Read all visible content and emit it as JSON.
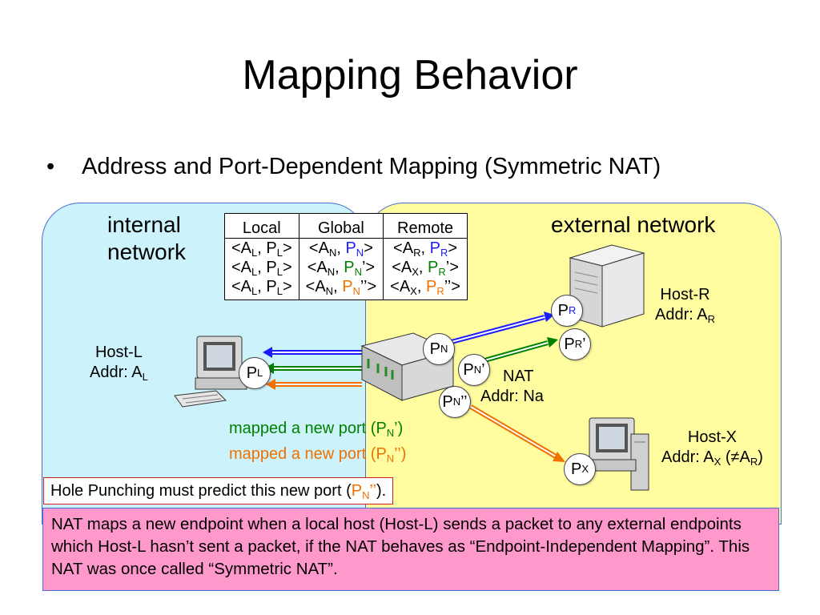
{
  "title": "Mapping Behavior",
  "bullet": "Address and Port-Dependent Mapping (Symmetric NAT)",
  "internal_label_line1": "internal",
  "internal_label_line2": "network",
  "external_label": "external network",
  "table": {
    "headers": [
      "Local",
      "Global",
      "Remote"
    ],
    "rows": [
      {
        "local": [
          "<A",
          "L",
          ", P",
          "L",
          ">"
        ],
        "global": [
          "<A",
          "N",
          ", ",
          "P",
          "N",
          ">"
        ],
        "remote": [
          "<A",
          "R",
          ", ",
          "P",
          "R",
          ">"
        ],
        "color": "blue"
      },
      {
        "local": [
          "<A",
          "L",
          ", P",
          "L",
          ">"
        ],
        "global": [
          "<A",
          "N",
          ", ",
          "P",
          "N",
          "’>"
        ],
        "remote": [
          "<A",
          "X",
          ", ",
          "P",
          "R",
          "’>"
        ],
        "color": "green"
      },
      {
        "local": [
          "<A",
          "L",
          ", P",
          "L",
          ">"
        ],
        "global": [
          "<A",
          "N",
          ", ",
          "P",
          "N",
          "’’>"
        ],
        "remote": [
          "<A",
          "X",
          ", ",
          "P",
          "R",
          "’’>"
        ],
        "color": "orange"
      }
    ]
  },
  "host_l": {
    "name": "Host-L",
    "addr_prefix": "Addr: A",
    "addr_sub": "L"
  },
  "host_r": {
    "name": "Host-R",
    "addr_prefix": "Addr: A",
    "addr_sub": "R"
  },
  "host_x": {
    "name": "Host-X",
    "addr_prefix": "Addr: A",
    "addr_sub": "X",
    "addr_suffix_a": " (≠A",
    "addr_suffix_sub": "R",
    "addr_suffix_b": ")"
  },
  "nat": {
    "name": "NAT",
    "addr": "Addr: Na"
  },
  "ports": {
    "pl": {
      "main": "P",
      "sub": "L",
      "suffix": ""
    },
    "pn": {
      "main": "P",
      "sub": "N",
      "suffix": ""
    },
    "pn1": {
      "main": "P",
      "sub": "N",
      "suffix": "’"
    },
    "pn2": {
      "main": "P",
      "sub": "N",
      "suffix": "’’"
    },
    "pr": {
      "main": "P",
      "sub": "R",
      "suffix": ""
    },
    "pr1": {
      "main": "P",
      "sub": "R",
      "suffix": "’"
    },
    "px": {
      "main": "P",
      "sub": "X",
      "suffix": ""
    }
  },
  "mapped_green": {
    "prefix": "mapped a new port (P",
    "sub": "N",
    "suffix": "’)"
  },
  "mapped_orange": {
    "prefix": "mapped a new port (P",
    "sub": "N",
    "suffix": "’’)"
  },
  "hole_punching": {
    "prefix": "Hole Punching must predict this new port (",
    "port": "P",
    "sub": "N",
    "port_suffix": "’’",
    "suffix": ")."
  },
  "description": "NAT maps a new endpoint when a local host (Host-L) sends a packet to any external endpoints which Host-L hasn’t sent a packet, if the NAT behaves as “Endpoint-Independent Mapping”. This NAT was once called “Symmetric NAT”.",
  "colors": {
    "blue": "#1b1bff",
    "green": "#008000",
    "orange": "#f07000",
    "internal_bg": "#ccf3fb",
    "external_bg": "#fffda0",
    "desc_bg": "#ff99cc"
  }
}
